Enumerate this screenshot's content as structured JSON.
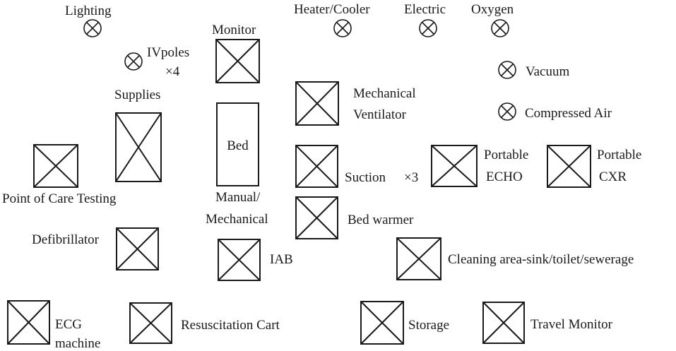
{
  "utilities": {
    "lighting": "Lighting",
    "heater_cooler": "Heater/Cooler",
    "electric": "Electric",
    "oxygen": "Oxygen",
    "iv_poles_line1": "IVpoles",
    "iv_poles_line2": "×4",
    "vacuum": "Vacuum",
    "compressed_air": "Compressed Air"
  },
  "equipment": {
    "monitor": "Monitor",
    "supplies": "Supplies",
    "bed": "Bed",
    "bed_type_line1": "Manual/",
    "bed_type_line2": "Mechanical",
    "point_of_care_testing": "Point of Care Testing",
    "mechanical_ventilator_line1": "Mechanical",
    "mechanical_ventilator_line2": "Ventilator",
    "suction": "Suction",
    "suction_count": "×3",
    "portable_echo_line1": "Portable",
    "portable_echo_line2": "ECHO",
    "portable_cxr_line1": "Portable",
    "portable_cxr_line2": "CXR",
    "bed_warmer": "Bed warmer",
    "defibrillator": "Defibrillator",
    "iab": "IAB",
    "cleaning_area": "Cleaning area-sink/toilet/sewerage",
    "ecg_line1": "ECG",
    "ecg_line2": "machine",
    "resuscitation_cart": "Resuscitation Cart",
    "storage": "Storage",
    "travel_monitor": "Travel Monitor"
  }
}
